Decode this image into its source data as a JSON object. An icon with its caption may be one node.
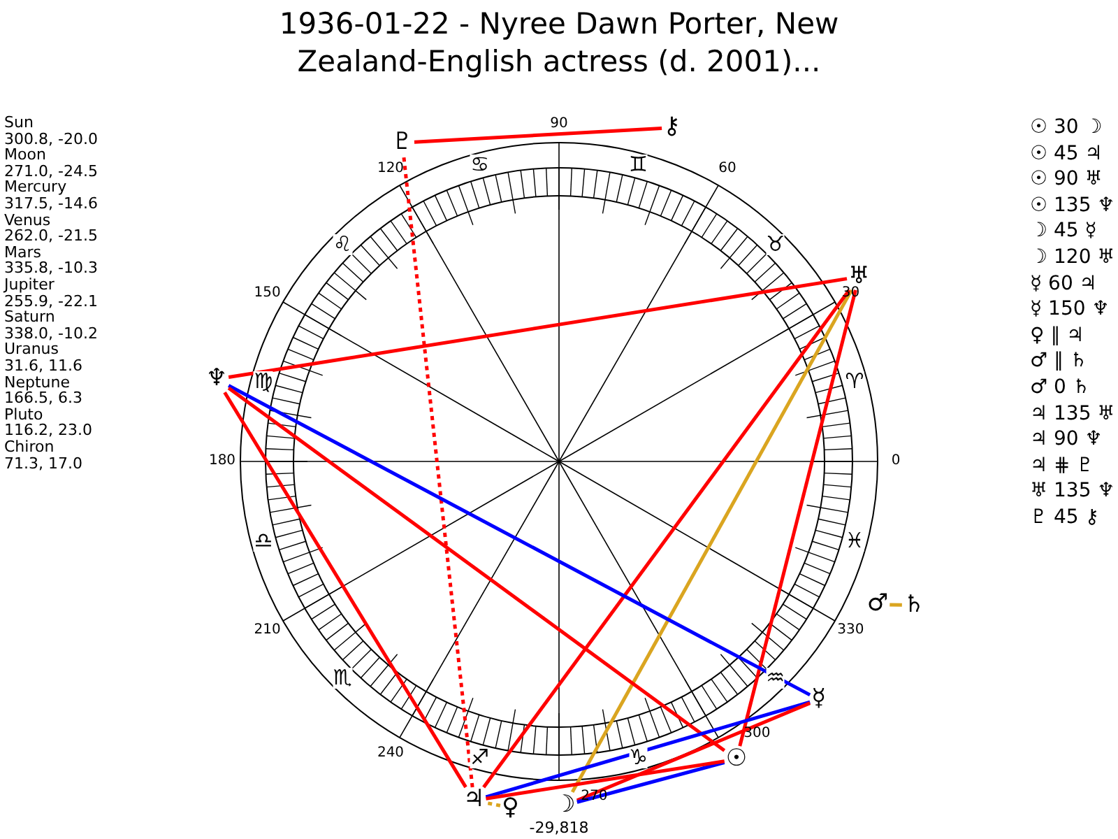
{
  "diagram": {
    "title": "1936-01-22 - Nyree Dawn Porter, New Zealand-English actress (d. 2001)...",
    "nodes": [
      {
        "text": [
          "♇"
        ]
      },
      {
        "text": [
          "⚷"
        ]
      },
      {
        "text": [
          "♅"
        ]
      },
      {
        "text": [
          "♆"
        ]
      },
      {
        "text": [
          "♄"
        ]
      },
      {
        "text": [
          "♂"
        ]
      },
      {
        "text": [
          "☿"
        ]
      },
      {
        "text": [
          "☉"
        ]
      },
      {
        "text": [
          "♃"
        ]
      },
      {
        "text": [
          "♀"
        ]
      },
      {
        "text": [
          "☽"
        ]
      }
    ],
    "edges": [
      {
        "from": 0,
        "to": 1,
        "arrow": "none"
      },
      {
        "from": 8,
        "to": 0,
        "arrow": "none",
        "style": "dashed"
      },
      {
        "from": 2,
        "to": 3,
        "arrow": "none"
      },
      {
        "from": 2,
        "to": 7,
        "arrow": "none"
      },
      {
        "from": 2,
        "to": 10,
        "arrow": "none",
        "color": "#daa520"
      },
      {
        "from": 2,
        "to": 8,
        "arrow": "none"
      },
      {
        "from": 3,
        "to": 6,
        "arrow": "none",
        "color": "#0000ff"
      },
      {
        "from": 3,
        "to": 8,
        "arrow": "none"
      },
      {
        "from": 3,
        "to": 7,
        "arrow": "none"
      },
      {
        "from": 6,
        "to": 8,
        "arrow": "none",
        "color": "#0000ff"
      },
      {
        "from": 6,
        "to": 10,
        "arrow": "none"
      },
      {
        "from": 7,
        "to": 10,
        "arrow": "none",
        "color": "#0000ff"
      },
      {
        "from": 7,
        "to": 8,
        "arrow": "none"
      },
      {
        "from": 9,
        "to": 8,
        "arrow": "none",
        "style": "dashed",
        "color": "#daa520"
      },
      {
        "from": 5,
        "to": 4,
        "arrow": "none",
        "color": "#daa520"
      }
    ],
    "labels": [
      "Sun",
      "300.8, -20.0",
      "Moon",
      "271.0, -24.5",
      "Mercury",
      "317.5, -14.6",
      "Venus",
      "262.0, -21.5",
      "Mars",
      "335.8, -10.3",
      "Jupiter",
      "255.9, -22.1",
      "Saturn",
      "338.0, -10.2",
      "Uranus",
      "31.6, 11.6",
      "Neptune",
      "166.5, 6.3",
      "Pluto",
      "116.2, 23.0",
      "Chiron",
      "71.3, 17.0",
      "0",
      "30",
      "60",
      "90",
      "120",
      "150",
      "180",
      "210",
      "240",
      "270",
      "300",
      "330",
      "♈",
      "♉",
      "♊",
      "♋",
      "♌",
      "♍",
      "♎",
      "♏",
      "♐",
      "♑",
      "♒",
      "♓",
      "☉ 30 ☽",
      "☉ 45 ♃",
      "☉ 90 ♅",
      "☉ 135 ♆",
      "☽ 45 ☿",
      "☽ 120 ♅",
      "☿ 60 ♃",
      "☿ 150 ♆",
      "♀ ∥ ♃",
      "♂ ∥ ♄",
      "♂ 0 ♄",
      "♃ 135 ♅",
      "♃ 90 ♆",
      "♃ ⋕ ♇",
      "♅ 135 ♆",
      "♇ 45 ⚷",
      "-29,818"
    ]
  }
}
